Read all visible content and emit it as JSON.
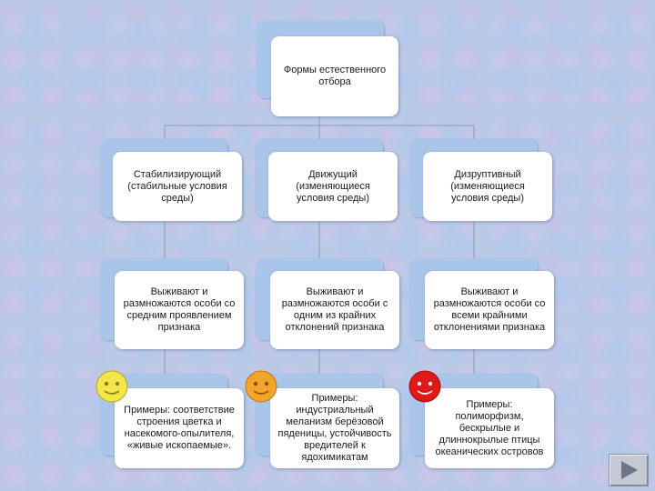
{
  "root": {
    "label": "Формы естественного отбора"
  },
  "columns": [
    {
      "type": "Стабилизирующий (стабильные условия среды)",
      "survivors": "Выживают и размножаются особи со средним проявлением признака",
      "examples": "Примеры: соответствие строения цветка и насекомого-опылителя, «живые ископаемые»."
    },
    {
      "type": "Движущий (изменяющиеся условия среды)",
      "survivors": "Выживают и размножаются особи с одним из крайних отклонений признака",
      "examples": "Примеры: индустриальный меланизм берёзовой пяденицы, устойчивость вредителей к ядохимикатам"
    },
    {
      "type": "Дизруптивный (изменяющиеся условия среды)",
      "survivors": "Выживают и размножаются особи со всеми крайними отклонениями признака",
      "examples": "Примеры: полиморфизм, бескрылые и длиннокрылые птицы океанических островов"
    }
  ],
  "smileys": [
    {
      "icon": "smiley-face-icon",
      "color": "#f2e64a",
      "column": 0
    },
    {
      "icon": "smiley-face-icon",
      "color": "#f2a52a",
      "column": 1
    },
    {
      "icon": "smiley-face-icon",
      "color": "#e01818",
      "column": 2
    }
  ],
  "navigation": {
    "next_icon": "play-triangle-icon",
    "color": "#6b7688"
  },
  "colors": {
    "card_back": "#a9c6ea",
    "card_front": "#ffffff",
    "connector": "#8d99ad"
  }
}
